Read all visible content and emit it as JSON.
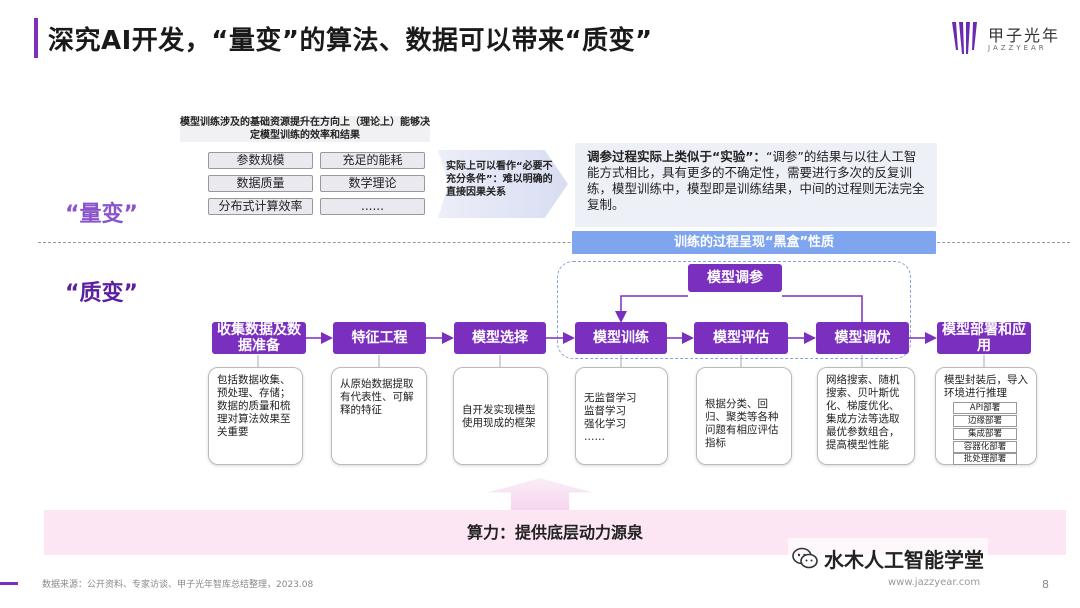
{
  "title": "深究AI开发，“量变”的算法、数据可以带来“质变”",
  "logo": {
    "name": "甲子光年",
    "sub": "JAZZYEAR"
  },
  "labels": {
    "quant": "“量变”",
    "qual": "“质变”"
  },
  "quant": {
    "note": "模型训练涉及的基础资源提升在方向上（理论上）能够决定模型训练的效率和结果",
    "factors": [
      "参数规模",
      "充足的能耗",
      "数据质量",
      "数学理论",
      "分布式计算效率",
      "......"
    ],
    "arrow_text": "实际上可以看作“必要不充分条件”：难以明确的直接因果关系",
    "experiment": {
      "lead": "调参过程实际上类似于“实验”：",
      "body": "“调参”的结果与以往人工智能方式相比，具有更多的不确定性，需要进行多次的反复训练，模型训练中，模型即是训练结果，中间的过程则无法完全复制。"
    }
  },
  "blackbox": "训练的过程呈现“黑盒”性质",
  "tuning": "模型调参",
  "steps": [
    {
      "label": "收集数据及数据准备",
      "desc": "包括数据收集、预处理、存储；数据的质量和梳理对算法效果至关重要"
    },
    {
      "label": "特征工程",
      "desc": "从原始数据提取有代表性、可解释的特征"
    },
    {
      "label": "模型选择",
      "desc": "自开发实现模型使用现成的框架"
    },
    {
      "label": "模型训练",
      "desc": "无监督学习\n监督学习\n强化学习\n……"
    },
    {
      "label": "模型评估",
      "desc": "根据分类、回归、聚类等各种问题有相应评估指标"
    },
    {
      "label": "模型调优",
      "desc": "网络搜索、随机搜索、贝叶斯优化、梯度优化、集成方法等选取最优参数组合，提高模型性能"
    },
    {
      "label": "模型部署和应用",
      "desc": "模型封装后，导入环境进行推理"
    }
  ],
  "deploy_items": [
    "API部署",
    "边缘部署",
    "集成部署",
    "容器化部署",
    "批处理部署"
  ],
  "power": "算力：提供底层动力源泉",
  "footer": {
    "source": "数据来源：公开资料、专家访谈、甲子光年智库总结整理，2023.08",
    "url": "www.jazzyear.com",
    "page": "8"
  },
  "watermark": "水木人工智能学堂",
  "colors": {
    "purple": "#7b2fbe",
    "blue": "#7fa5ee",
    "pink": "#fce6f3"
  }
}
